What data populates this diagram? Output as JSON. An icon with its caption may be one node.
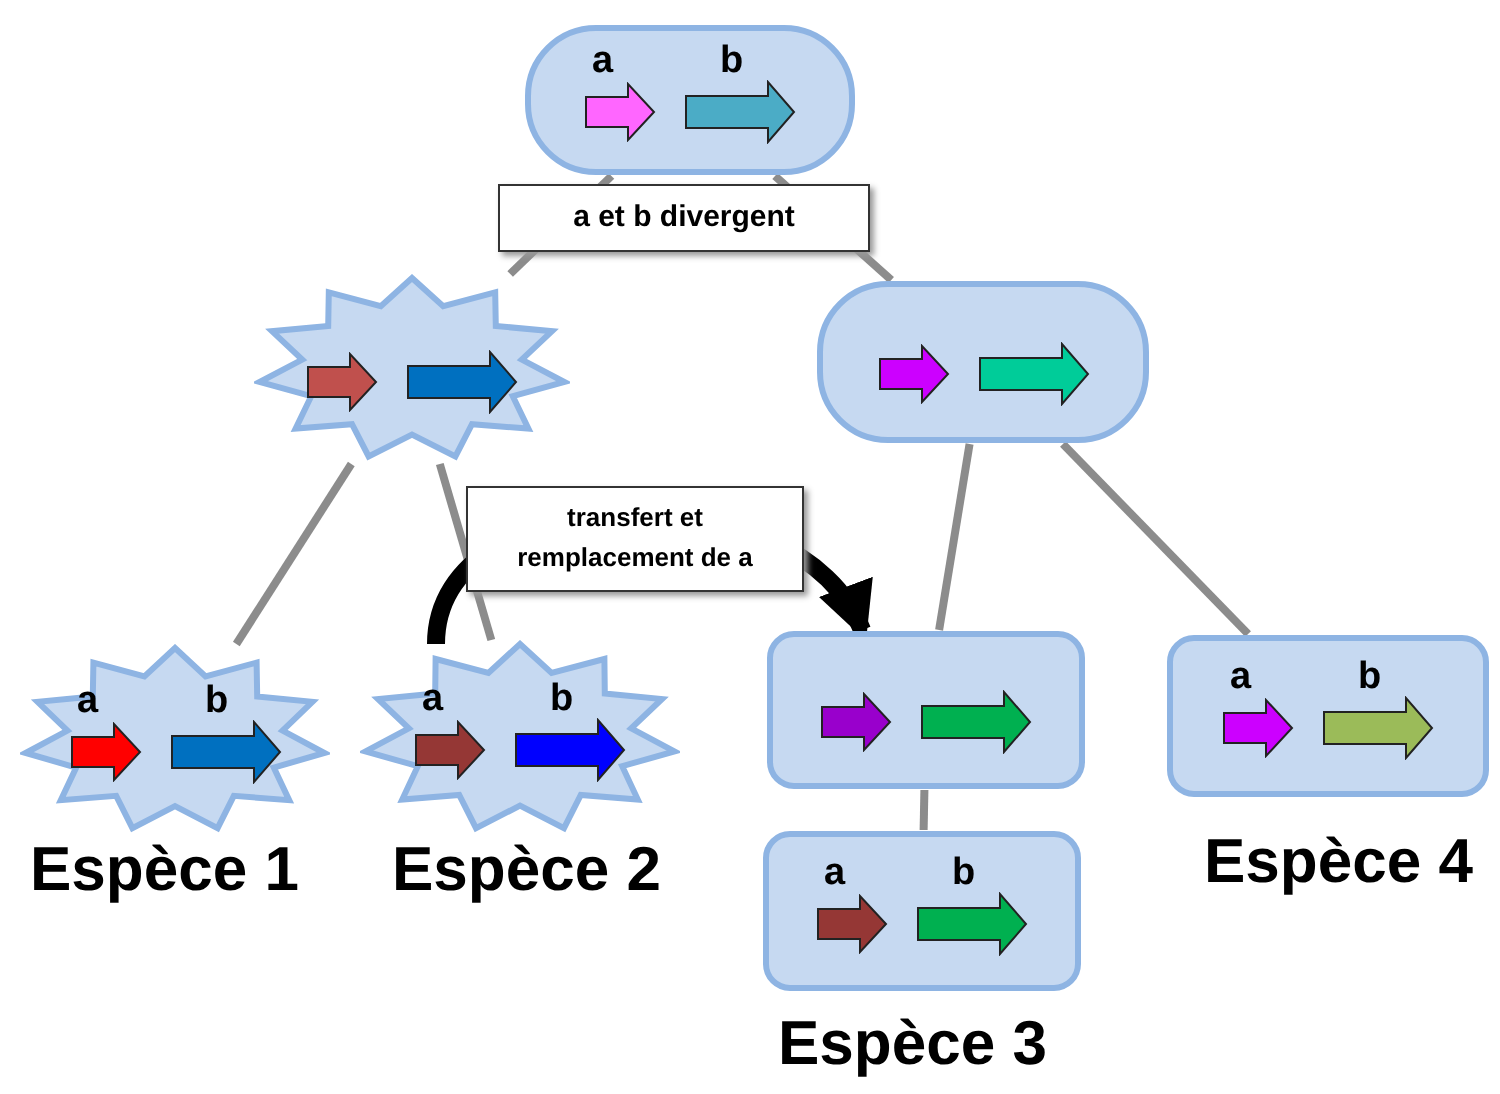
{
  "diagram": {
    "nodes": [
      {
        "text": [
          "a",
          "b"
        ]
      },
      {
        "text": [],
        "shape": "star"
      },
      {
        "text": [],
        "shape": "box"
      },
      {
        "text": [
          "a",
          "b"
        ],
        "beside": [
          "Espèce 1"
        ]
      },
      {
        "text": [
          "a",
          "b"
        ],
        "beside": [
          "Espèce 2"
        ]
      },
      {
        "text": [],
        "shape": "box"
      },
      {
        "text": [
          "a",
          "b"
        ],
        "beside": [
          "Espèce 3"
        ]
      },
      {
        "text": [
          "a",
          "b"
        ],
        "beside": [
          "Espèce 4"
        ]
      }
    ],
    "edges": [
      {
        "from": 0,
        "to": 1,
        "arrow": "none"
      },
      {
        "from": 0,
        "to": 2,
        "arrow": "none"
      },
      {
        "from": 1,
        "to": 3,
        "arrow": "none"
      },
      {
        "from": 1,
        "to": 4,
        "arrow": "none"
      },
      {
        "from": 2,
        "to": 5,
        "arrow": "none"
      },
      {
        "from": 2,
        "to": 7,
        "arrow": "none"
      },
      {
        "from": 5,
        "to": 6,
        "arrow": "none"
      },
      {
        "from": 4,
        "to": 5,
        "arrow": "to",
        "label": "transfert et remplacement de a",
        "style": "thick",
        "color": "#000000"
      }
    ],
    "labels": [
      "a et b divergent"
    ]
  }
}
